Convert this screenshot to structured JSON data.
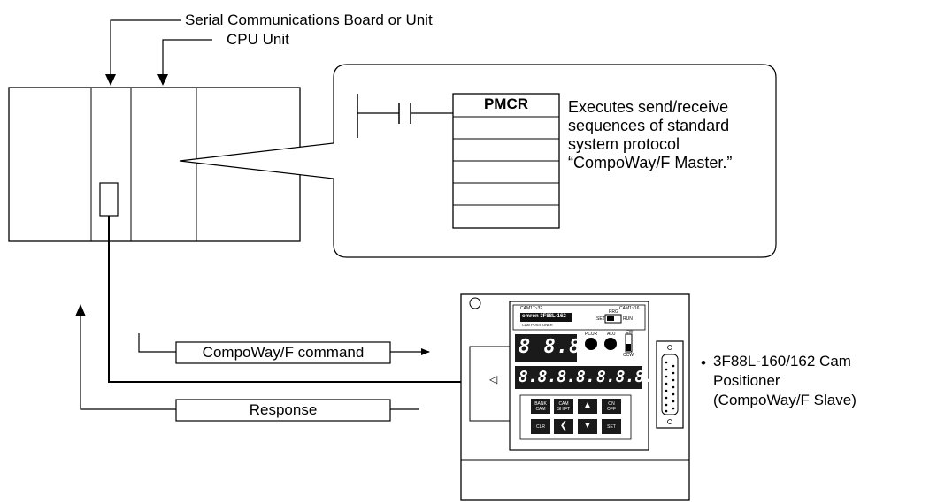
{
  "labels": {
    "serial_board": "Serial Communications Board or Unit",
    "cpu_unit": "CPU Unit",
    "callout": [
      "Executes send/receive",
      "sequences of standard",
      "system protocol",
      "“CompoWay/F Master.”"
    ],
    "ladder_instruction": "PMCR",
    "command": "CompoWay/F command",
    "response": "Response",
    "slave": [
      "3F88L-160/162 Cam",
      "Positioner",
      "(CompoWay/F Slave)"
    ],
    "slave_bullet": "•"
  },
  "device": {
    "left_tag": "CAM17~32",
    "right_tag": "CAM1~16",
    "brand": "omron 3F88L-162",
    "subtitle": "CAM POSITIONER",
    "prg_label": "PRG",
    "set_label": "SET",
    "run_label": "RUN",
    "pcur_label": "PCUR",
    "adj_label": "ADJ",
    "cw_label": "CW",
    "ccw_label": "CCW",
    "led_small": "8 8.8",
    "led_left": "8.8.8.8.",
    "led_right": "8.8.8.",
    "keys_row1": [
      "BANK\nCAM",
      "CAM\nSHIFT",
      "▲",
      "ON\nOFF"
    ],
    "keys_row2": [
      "CLR",
      "❮",
      "▼",
      "SET"
    ],
    "slot_symbol": "◁"
  }
}
